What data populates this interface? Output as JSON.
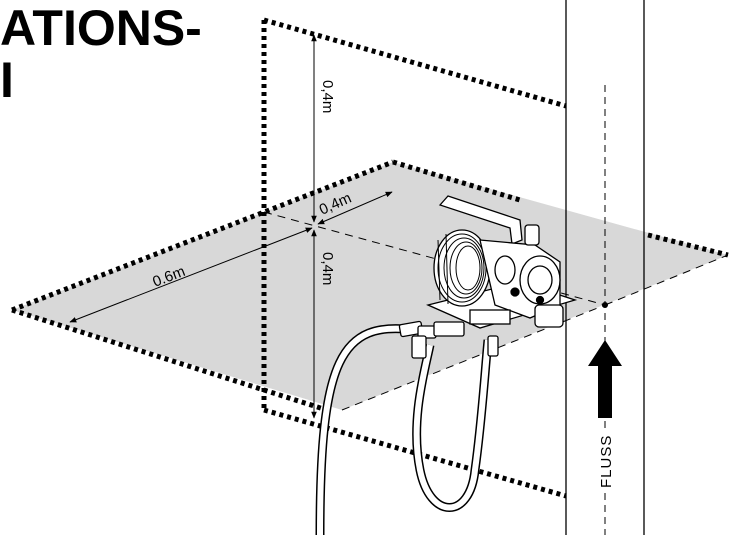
{
  "heading": {
    "line1": "ATIONS-",
    "line2": "I"
  },
  "dimensions": {
    "top_height": "0,4m",
    "bottom_height": "0,4m",
    "front_depth": "0,4m",
    "side_width": "0.6m"
  },
  "flow_label": "FLUSS",
  "colors": {
    "zone_fill": "#d8d8d8",
    "line": "#000000"
  }
}
